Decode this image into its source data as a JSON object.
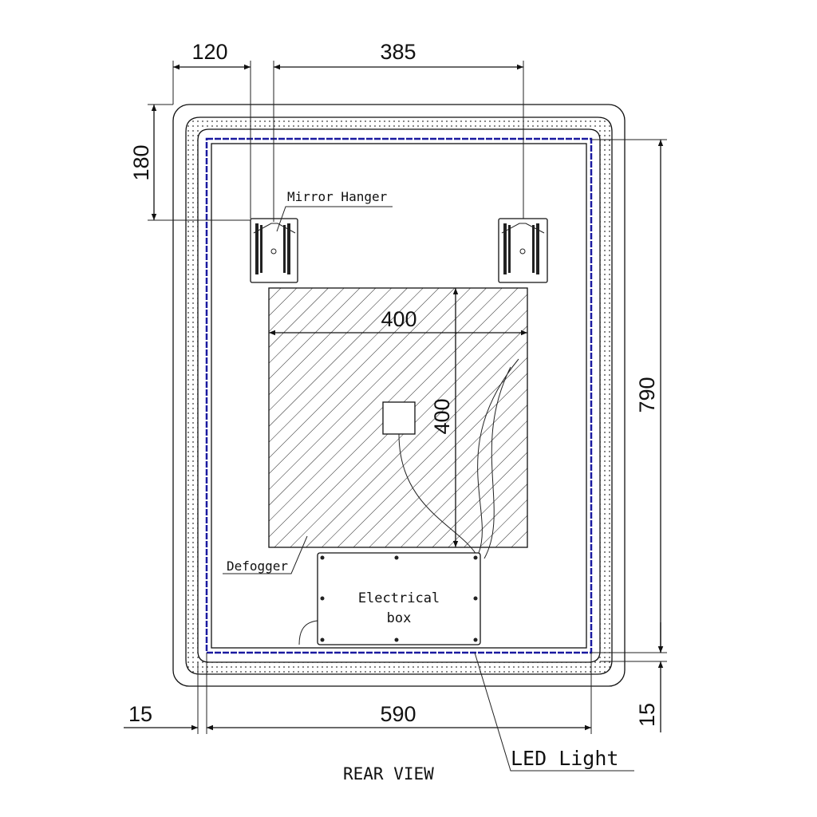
{
  "dimensions": {
    "hanger_offset": "120",
    "hanger_spacing": "385",
    "hanger_top": "180",
    "defogger_width": "400",
    "defogger_height": "400",
    "height": "790",
    "border_left": "15",
    "width": "590",
    "border_bottom": "15"
  },
  "labels": {
    "mirror_hanger": "Mirror Hanger",
    "defogger": "Defogger",
    "electrical_box_line1": "Electrical",
    "electrical_box_line2": "box",
    "led_light": "LED Light",
    "view_title": "REAR VIEW"
  },
  "colors": {
    "led_strip": "#1a1aa0",
    "line": "#111111"
  }
}
